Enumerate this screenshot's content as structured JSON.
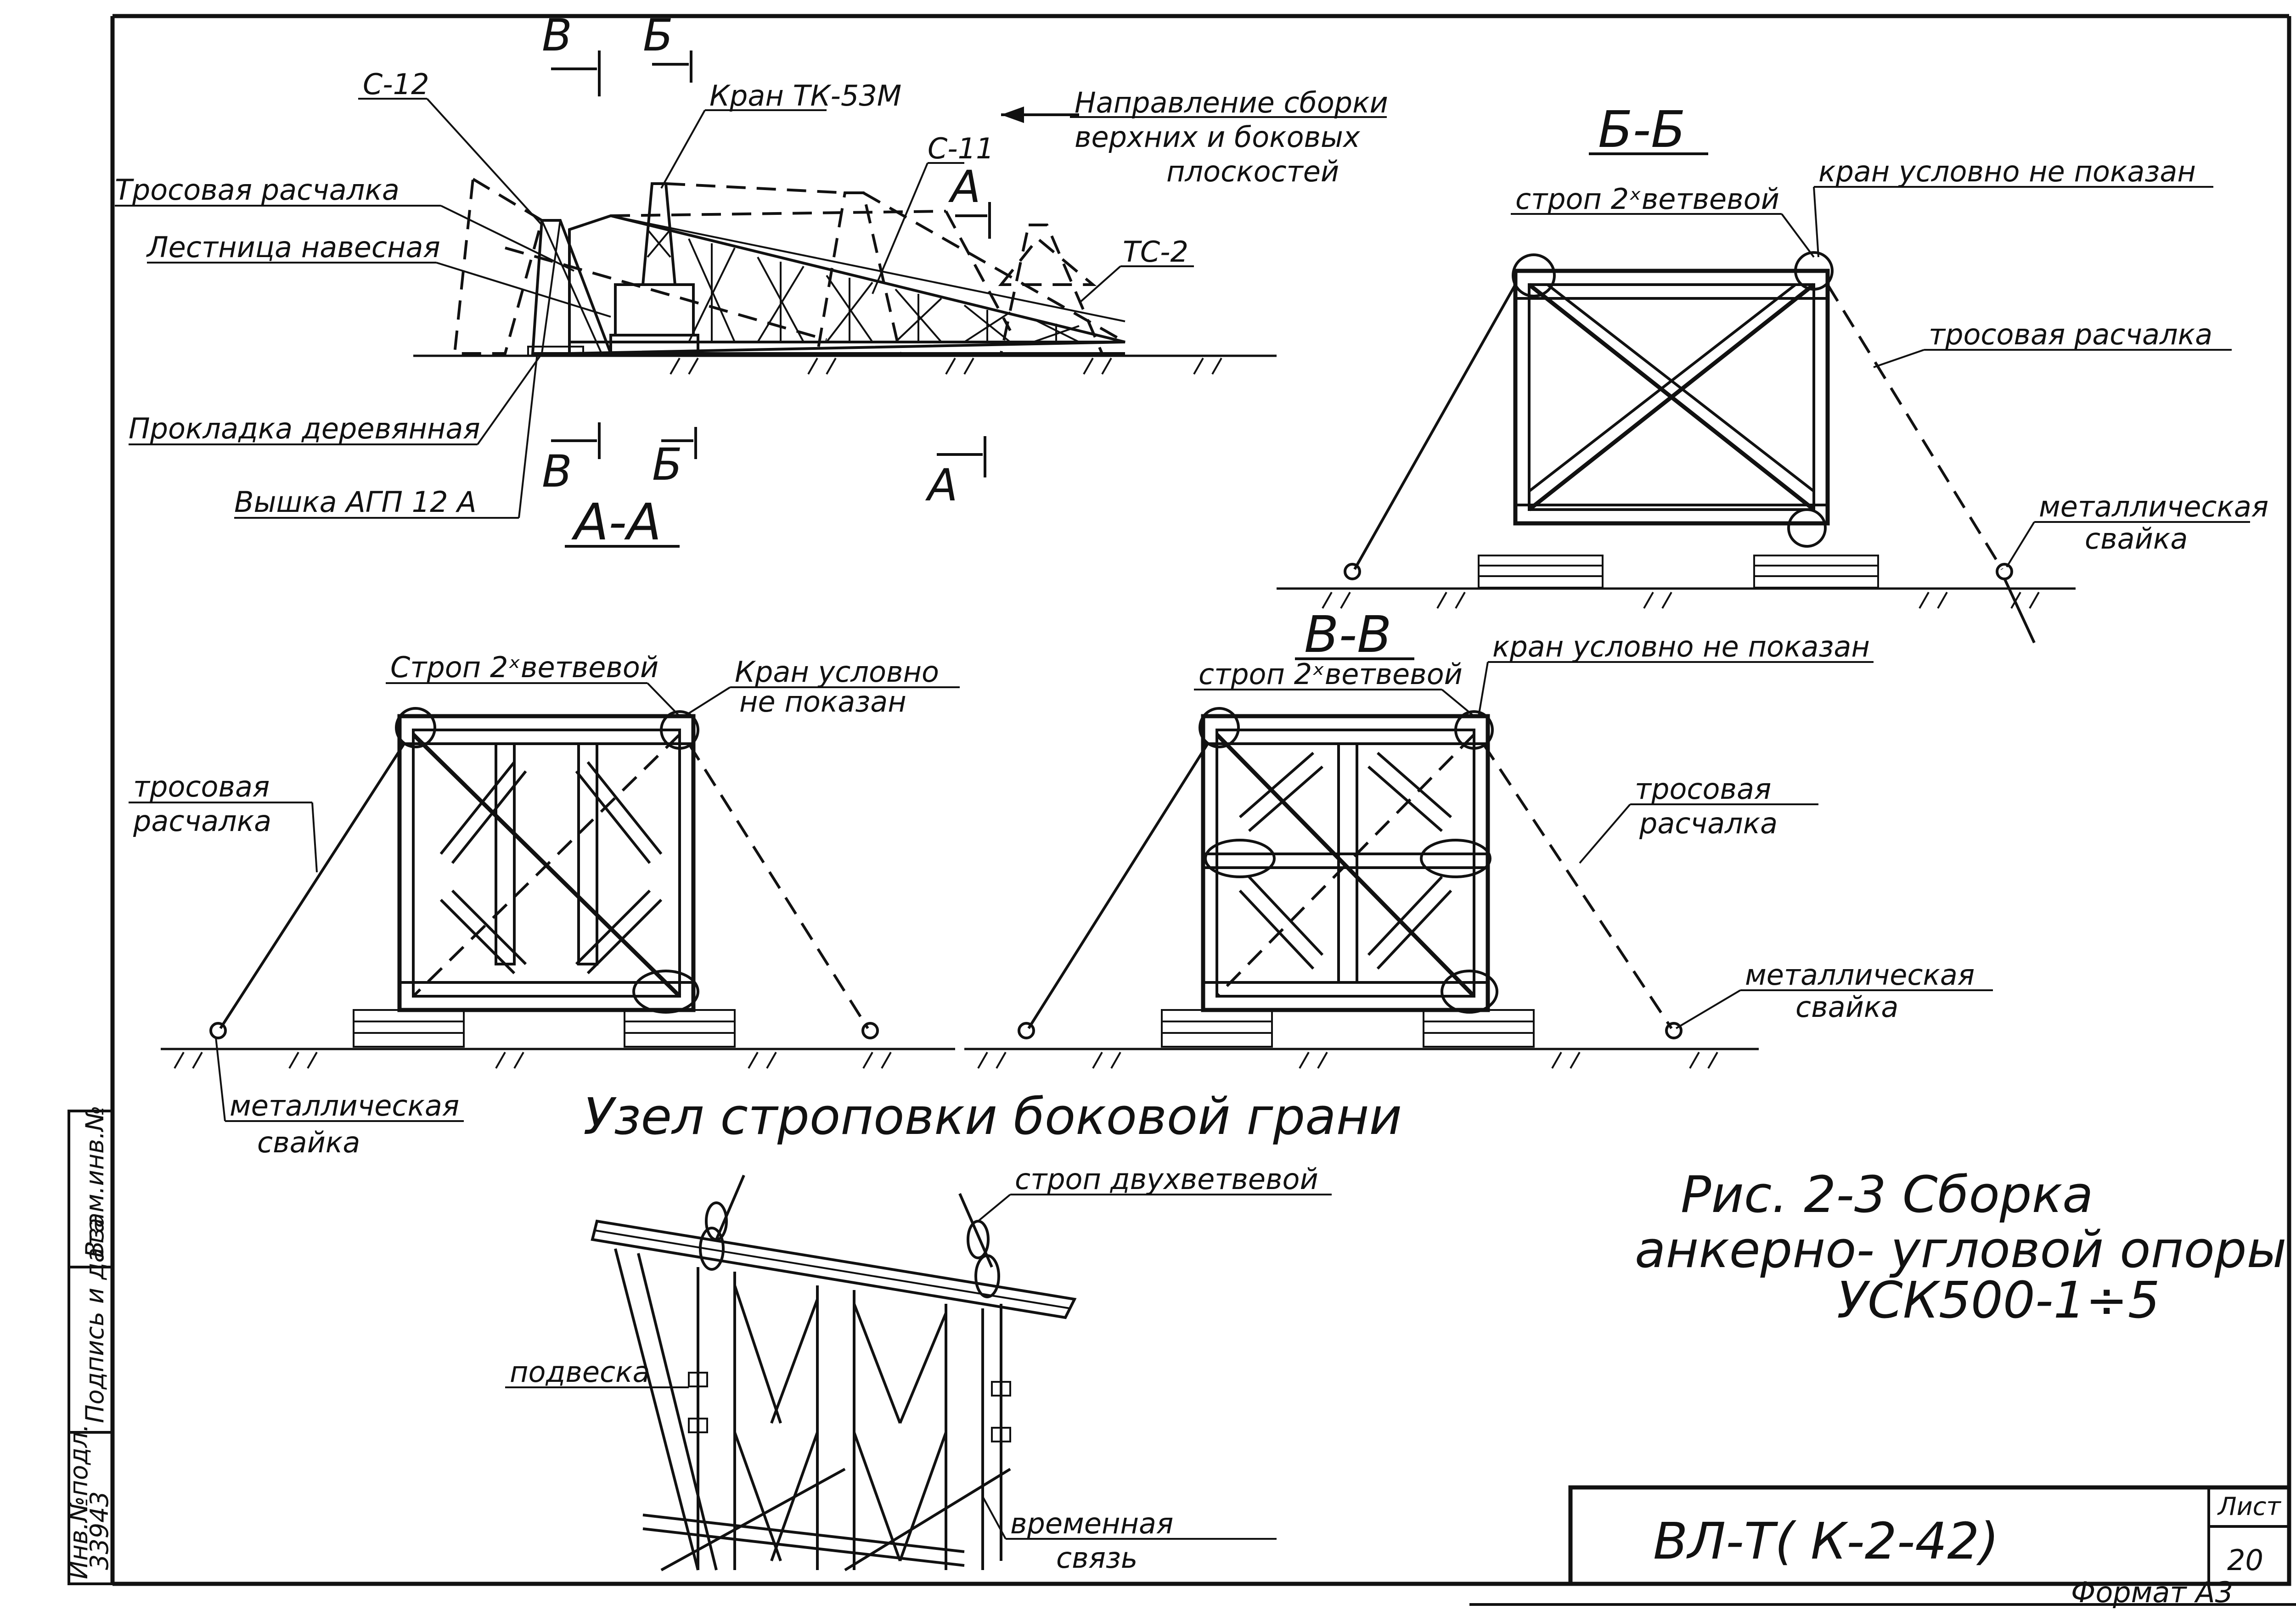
{
  "labels": {
    "crane_tk": "Кран ТК-53М",
    "c12": "С-12",
    "c11": "С-11",
    "tc2": "ТС-2",
    "assembly_dir_1": "Направление сборки",
    "assembly_dir_2": "верхних и боковых",
    "assembly_dir_3": "плоскостей",
    "rope_guy": "Тросовая расчалка",
    "ladder": "Лестница навесная",
    "wood_pad": "Прокладка деревянная",
    "tower": "Вышка АГП 12 А",
    "mark_v": "В",
    "mark_b": "Б",
    "mark_a": "А"
  },
  "sections": {
    "aa": "А-А",
    "bb": "Б-Б",
    "vv": "В-В"
  },
  "bb_view": {
    "sling": "строп 2ˣветвевой",
    "crane_hidden": "кран условно не показан",
    "guy": "тросовая расчалка",
    "anchor_1": "металлическая",
    "anchor_2": "свайка"
  },
  "left_view": {
    "sling": "Строп 2ˣветвевой",
    "crane_1": "Кран условно",
    "crane_2": "не показан",
    "guy_1": "тросовая",
    "guy_2": "расчалка",
    "anchor_1": "металлическая",
    "anchor_2": "свайка"
  },
  "vv_view": {
    "sling": "строп 2ˣветвевой",
    "crane_hidden": "кран условно не показан",
    "guy_1": "тросовая",
    "guy_2": "расчалка",
    "anchor_1": "металлическая",
    "anchor_2": "свайка"
  },
  "node": {
    "title": "Узел строповки боковой грани",
    "sling": "строп двухветвевой",
    "hanger": "подвеска",
    "temp_1": "временная",
    "temp_2": "связь"
  },
  "figure": {
    "line1": "Рис. 2-3  Сборка",
    "line2": "анкерно- угловой опоры",
    "line3": "УСК500-1÷5"
  },
  "title_block": {
    "code": "ВЛ-Т( К-2-42)",
    "sheet_label": "Лист",
    "sheet_no": "20",
    "format": "Формат А3"
  },
  "side_stamp": {
    "inv_no": "Инв.№подл.",
    "sign_date": "Подпись и дата",
    "replace_inv": "Взам.инв.№",
    "number": "33943"
  }
}
